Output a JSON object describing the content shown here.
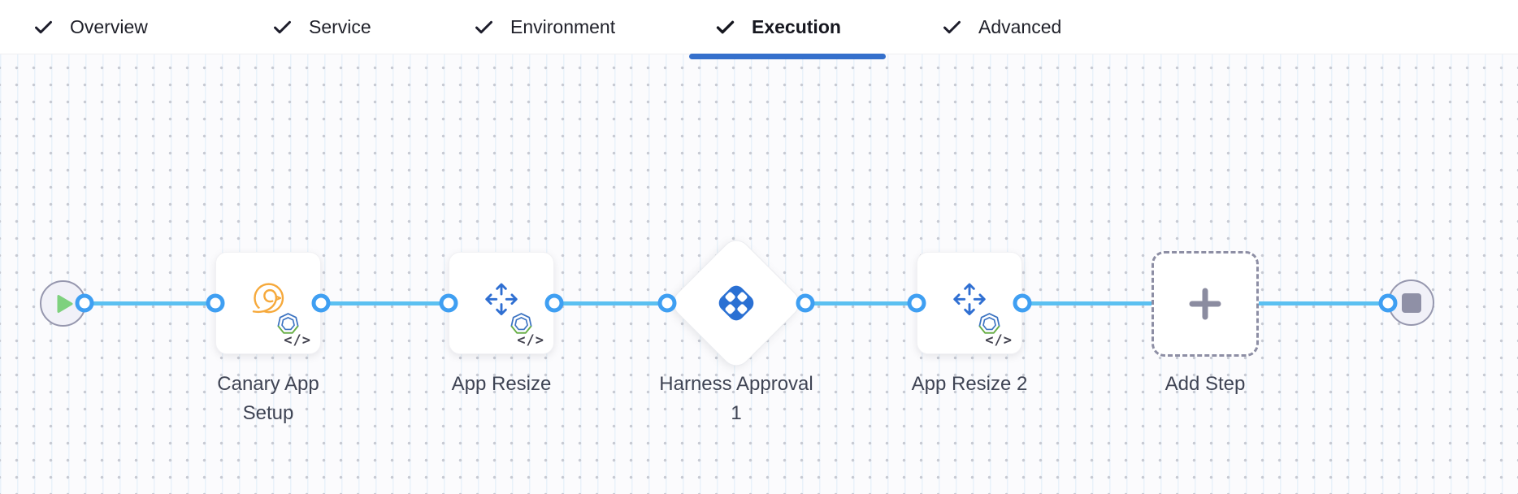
{
  "tabs": {
    "items": [
      {
        "label": "Overview",
        "checked": true,
        "active": false
      },
      {
        "label": "Service",
        "checked": true,
        "active": false
      },
      {
        "label": "Environment",
        "checked": true,
        "active": false
      },
      {
        "label": "Execution",
        "checked": true,
        "active": true
      },
      {
        "label": "Advanced",
        "checked": true,
        "active": false
      }
    ]
  },
  "pipeline": {
    "nodes": [
      {
        "id": "start",
        "type": "start",
        "icon": "play-icon"
      },
      {
        "id": "canary-app-setup",
        "type": "step",
        "label": "Canary App Setup",
        "icon": "canary-icon",
        "badge": "</>"
      },
      {
        "id": "app-resize",
        "type": "step",
        "label": "App Resize",
        "icon": "resize-arrows-icon",
        "badge": "</>"
      },
      {
        "id": "harness-approval-1",
        "type": "approval",
        "label": "Harness Approval 1",
        "icon": "harness-approval-icon"
      },
      {
        "id": "app-resize-2",
        "type": "step",
        "label": "App Resize 2",
        "icon": "resize-arrows-icon",
        "badge": "</>"
      },
      {
        "id": "add-step",
        "type": "add-step",
        "label": "Add Step",
        "icon": "plus-icon"
      },
      {
        "id": "end",
        "type": "end",
        "icon": "stop-icon"
      }
    ]
  },
  "colors": {
    "tab_active_underline": "#3570cc",
    "flow_line": "#5bc0f1",
    "connector_ring": "#3f9ff2",
    "terminal_fill": "#f1f1f8",
    "terminal_border": "#9697ae",
    "play_green": "#7ed17e",
    "stop_gray": "#8f90a6",
    "canary_orange": "#f6a93b",
    "resize_blue": "#2f6fd2",
    "harness_blue": "#2a70d3",
    "k8s_blue": "#3d74c2",
    "k8s_green": "#6cb33e",
    "plus_gray": "#8b8ca0",
    "label_text": "#3f4454",
    "tab_text": "#1f2029"
  }
}
